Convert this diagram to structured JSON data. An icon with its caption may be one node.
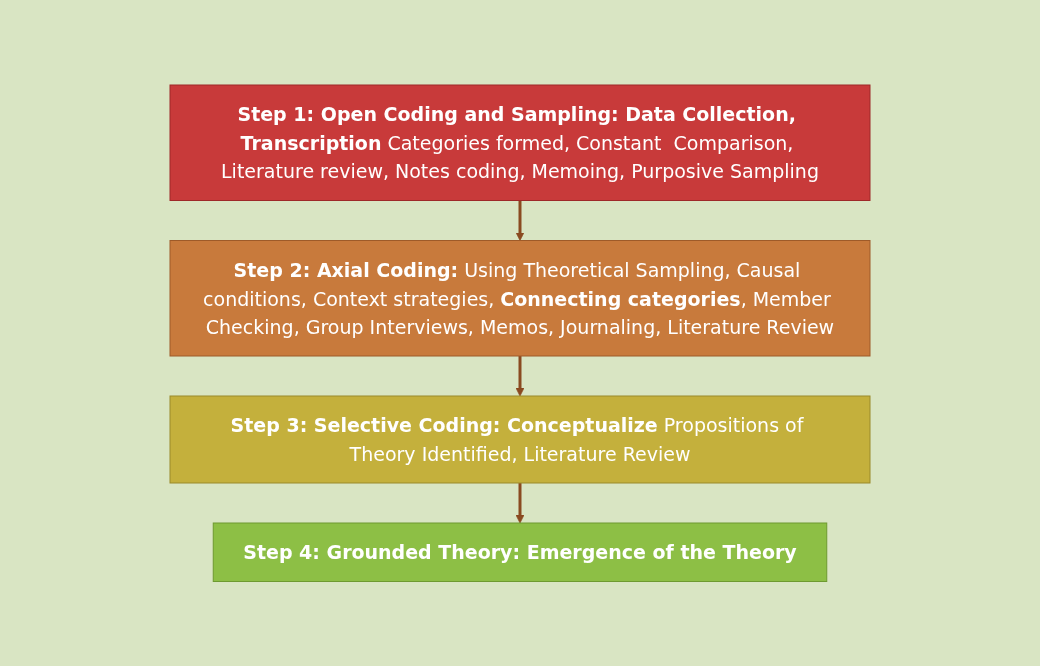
{
  "diagram": {
    "nodes": [
      {
        "text": [
          "**Step 1: Open Coding and Sampling: Data Collection, Transcription** Categories formed, Constant  Comparison, Literature review, Notes coding, Memoing, Purposive Sampling"
        ]
      },
      {
        "text": [
          "**Step 2: Axial Coding:** Using Theoretical Sampling, Causal conditions, Context strategies, **Connecting categories**, Member Checking, Group Interviews, Memos, Journaling, Literature Review"
        ]
      },
      {
        "text": [
          "**Step 3: Selective Coding: Conceptualize** Propositions of Theory Identified, Literature Review"
        ]
      },
      {
        "text": [
          "**Step 4: Grounded Theory: Emergence of the Theory**"
        ]
      }
    ],
    "edges": [
      {
        "from": 0,
        "to": 1,
        "arrow": "to"
      },
      {
        "from": 1,
        "to": 2,
        "arrow": "to"
      },
      {
        "from": 2,
        "to": 3,
        "arrow": "to"
      }
    ]
  }
}
